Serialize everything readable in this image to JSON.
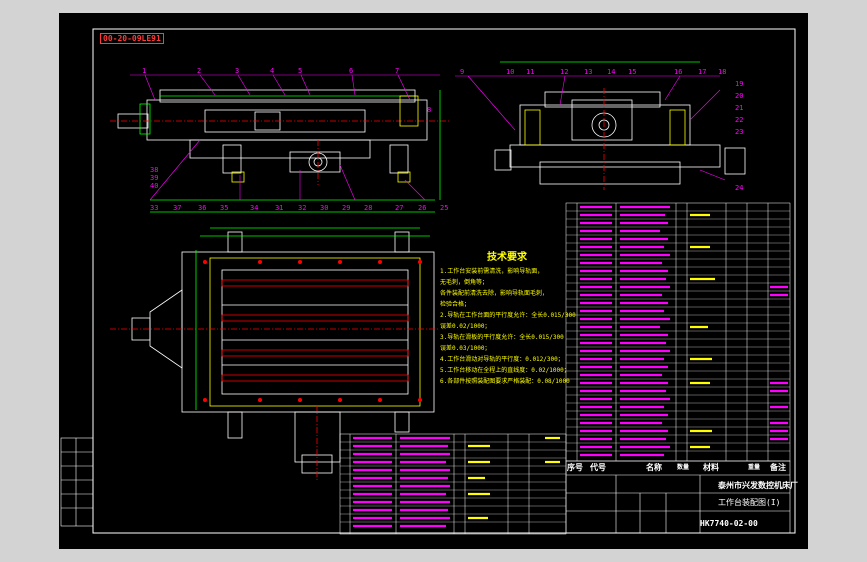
{
  "drawing": {
    "frame_code": "00-20-09LE91",
    "tech_requirements": {
      "title": "技术要求",
      "lines": [
        "1.工作台安装前需清洗，影响导轨面，",
        "  无毛刺，倒角等；",
        "  各件装配前清洗去除，影响导轨面毛刺，",
        "  检验合格；",
        "2.导轨在工作台面的平行度允许：全长0.015/300",
        "  误差0.02/1000；",
        "3.导轨在滑板的平行度允许：全长0.015/300",
        "  误差0.03/1000；",
        "4.工作台滑动对导轨的平行度：0.012/300；",
        "5.工作台移动在全程上的直线度：0.02/1000；",
        "6.各部件按照装配图要求严格装配：0.08/1000"
      ]
    },
    "title_block": {
      "company": "泰州市兴发数控机床厂",
      "drawing_name": "工作台装配图(I)",
      "drawing_code": "HK7740-02-00"
    },
    "bom_headers": {
      "seq": "序号",
      "code": "代号",
      "name": "名称",
      "qty": "数量",
      "material": "材料",
      "weight": "重量",
      "remark": "备注"
    },
    "part_callouts_front": [
      "1",
      "2",
      "3",
      "4",
      "5",
      "6",
      "7",
      "33",
      "37",
      "36",
      "35",
      "34",
      "31",
      "32",
      "30",
      "29",
      "28",
      "27",
      "26",
      "25",
      "40",
      "39",
      "38",
      "8"
    ],
    "part_callouts_side": [
      "9",
      "10",
      "11",
      "12",
      "13",
      "14",
      "15",
      "16",
      "17",
      "18",
      "19",
      "20",
      "21",
      "22",
      "23",
      "24"
    ],
    "colors": {
      "background": "#000000",
      "outline": "#ffffff",
      "callout": "#ff00ff",
      "center_line": "#ff0000",
      "text": "#ffff00",
      "dimension": "#00ff00"
    }
  }
}
